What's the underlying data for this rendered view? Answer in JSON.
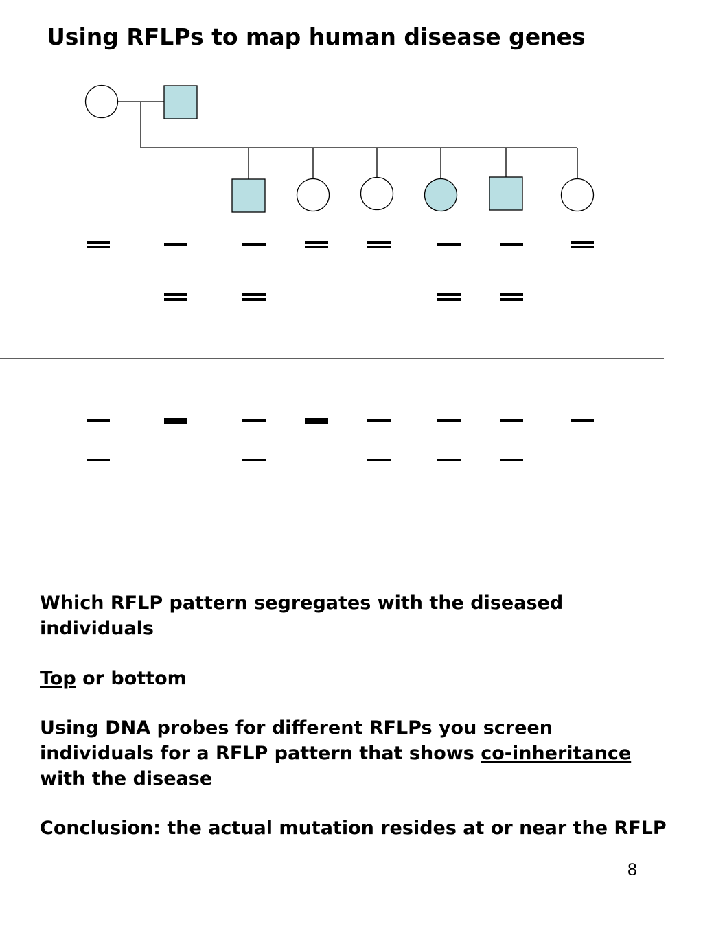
{
  "title": "Using RFLPs to map human disease genes",
  "colors": {
    "affected_fill": "#b9dfe3",
    "unaffected_fill": "#ffffff",
    "stroke": "#000000"
  },
  "pedigree": {
    "parents": [
      {
        "id": "mother",
        "sex": "female",
        "affected": false
      },
      {
        "id": "father",
        "sex": "male",
        "affected": true
      }
    ],
    "children": [
      {
        "id": "child-1",
        "sex": "male",
        "affected": true
      },
      {
        "id": "child-2",
        "sex": "female",
        "affected": false
      },
      {
        "id": "child-3",
        "sex": "female",
        "affected": false
      },
      {
        "id": "child-4",
        "sex": "female",
        "affected": true
      },
      {
        "id": "child-5",
        "sex": "male",
        "affected": true
      },
      {
        "id": "child-6",
        "sex": "female",
        "affected": false
      }
    ]
  },
  "gels": {
    "lane_order": [
      "mother",
      "father",
      "child-1",
      "child-2",
      "child-3",
      "child-4",
      "child-5",
      "child-6"
    ],
    "top": {
      "lanes": [
        {
          "upper": "double",
          "lower": "none"
        },
        {
          "upper": "single",
          "lower": "double"
        },
        {
          "upper": "single",
          "lower": "double"
        },
        {
          "upper": "double",
          "lower": "none"
        },
        {
          "upper": "double",
          "lower": "none"
        },
        {
          "upper": "single",
          "lower": "double"
        },
        {
          "upper": "single",
          "lower": "double"
        },
        {
          "upper": "double",
          "lower": "none"
        }
      ]
    },
    "bottom": {
      "lanes": [
        {
          "upper": "single",
          "lower": "single"
        },
        {
          "upper": "thick",
          "lower": "none"
        },
        {
          "upper": "single",
          "lower": "single"
        },
        {
          "upper": "thick",
          "lower": "none"
        },
        {
          "upper": "single",
          "lower": "single"
        },
        {
          "upper": "single",
          "lower": "single"
        },
        {
          "upper": "single",
          "lower": "single"
        },
        {
          "upper": "single",
          "lower": "none"
        }
      ]
    }
  },
  "text": {
    "question_line1": "Which RFLP pattern segregates with the diseased",
    "question_line2": "individuals",
    "answer_emphasis": "Top",
    "answer_rest": " or bottom",
    "probe_line1": "Using DNA probes for different RFLPs you screen",
    "probe_line2_pre": "individuals for a RFLP pattern that shows ",
    "probe_line2_emphasis": "co-inheritance",
    "probe_line3": "with the disease",
    "conclusion": "Conclusion: the actual mutation resides at or near the RFLP"
  },
  "page_number": "8"
}
